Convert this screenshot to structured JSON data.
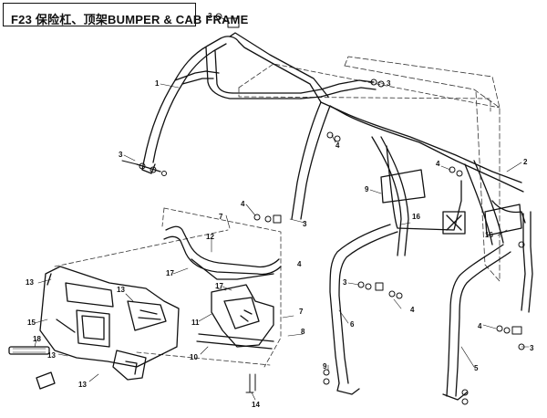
{
  "title": {
    "text": "F23 保险杠、顶架BUMPER & CAB FRAME"
  },
  "callouts": {
    "c1": "1",
    "c2": "2",
    "c3a": "3",
    "c3b": "3",
    "c3c": "3",
    "c3d": "3",
    "c3e": "3",
    "c4a": "4",
    "c4b": "4",
    "c4c": "4",
    "c4d": "4",
    "c4e": "4",
    "c4f": "4",
    "c5": "5",
    "c6": "6",
    "c7a": "7",
    "c7b": "7",
    "c8": "8",
    "c9a": "9",
    "c9b": "9",
    "c10": "10",
    "c11": "11",
    "c12": "12",
    "c13a": "13",
    "c13b": "13",
    "c13c": "13",
    "c13d": "13",
    "c14": "14",
    "c15": "15",
    "c16a": "16",
    "c16b": "16",
    "c17a": "17",
    "c17b": "17",
    "c18": "18"
  },
  "colors": {
    "line": "#111111",
    "dash": "#333333",
    "background": "#ffffff"
  }
}
